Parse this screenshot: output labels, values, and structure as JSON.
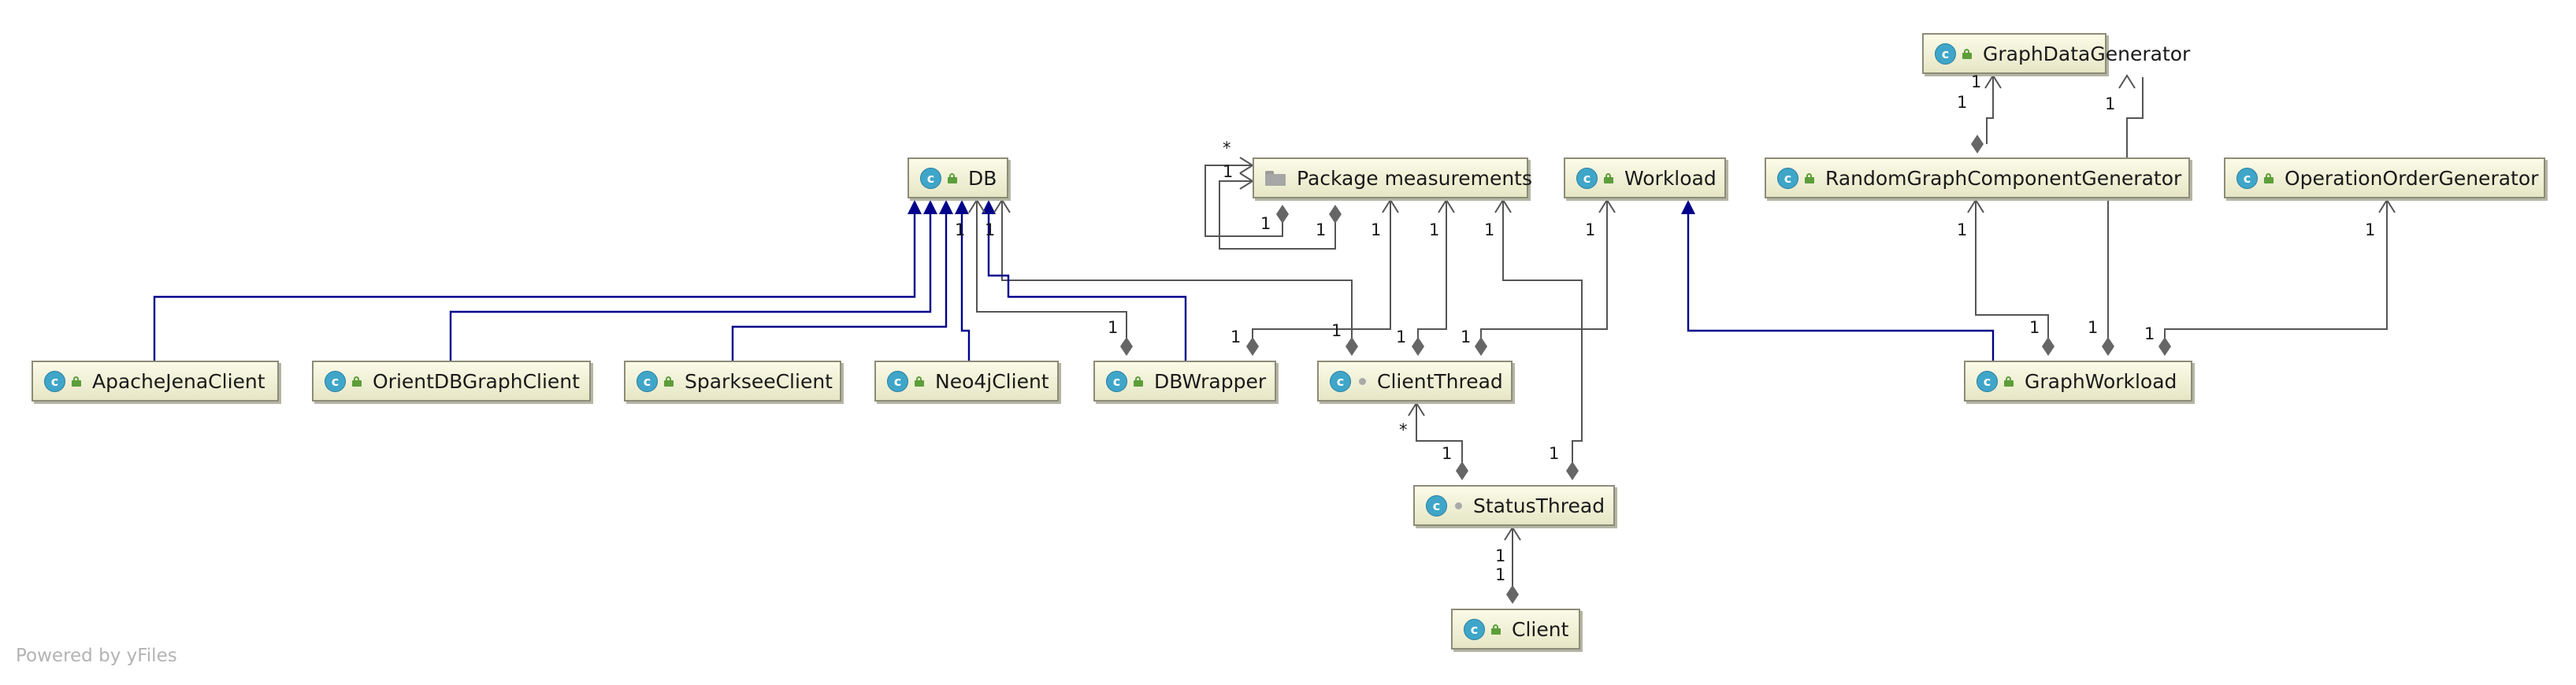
{
  "nodes": {
    "graph_data_generator": {
      "label": "GraphDataGenerator",
      "icon": "class-icon"
    },
    "db": {
      "label": "DB",
      "icon": "class-icon"
    },
    "package_measurements": {
      "label": "Package measurements",
      "icon": "folder-icon"
    },
    "workload": {
      "label": "Workload",
      "icon": "class-icon"
    },
    "random_graph_component_generator": {
      "label": "RandomGraphComponentGenerator",
      "icon": "class-icon"
    },
    "operation_order_generator": {
      "label": "OperationOrderGenerator",
      "icon": "class-icon"
    },
    "apache_jena_client": {
      "label": "ApacheJenaClient",
      "icon": "class-icon"
    },
    "orientdb_graph_client": {
      "label": "OrientDBGraphClient",
      "icon": "class-icon"
    },
    "sparksee_client": {
      "label": "SparkseeClient",
      "icon": "class-icon"
    },
    "neo4j_client": {
      "label": "Neo4jClient",
      "icon": "class-icon"
    },
    "db_wrapper": {
      "label": "DBWrapper",
      "icon": "class-icon"
    },
    "client_thread": {
      "label": "ClientThread",
      "icon": "class-icon"
    },
    "graph_workload": {
      "label": "GraphWorkload",
      "icon": "class-icon"
    },
    "status_thread": {
      "label": "StatusThread",
      "icon": "class-icon"
    },
    "client": {
      "label": "Client",
      "icon": "class-icon"
    }
  },
  "class_icon_letter": "c",
  "multiplicities": {
    "one": "1",
    "many": "*"
  },
  "footer": "Powered by yFiles",
  "colors": {
    "inheritance": "#00008b",
    "association": "#555555",
    "diamond": "#666666",
    "node_border": "#8c8c78"
  }
}
